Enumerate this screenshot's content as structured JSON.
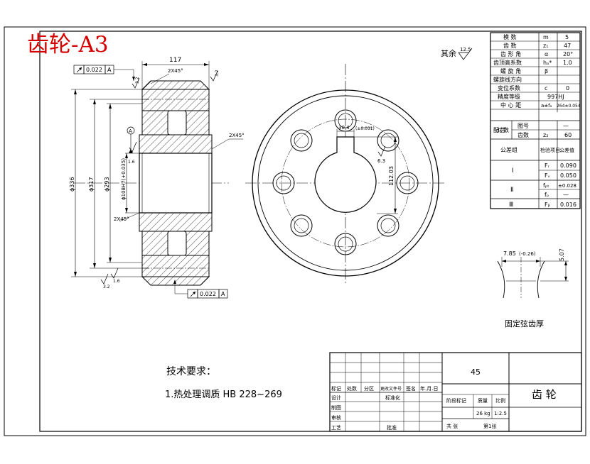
{
  "sheet": {
    "title_mark": "齿轮-A3",
    "surface_rest": "其余",
    "surface_rest_ra": "12.5"
  },
  "side_view": {
    "width_dim": "117",
    "chamfer_top": "2X45°",
    "chamfer_mid": "2X45°",
    "chamfer_low": "2X45°",
    "runout_top": "0.022",
    "runout_bottom": "0.022",
    "datum": "A",
    "datum_circle": "A",
    "rough_a": "3.2",
    "rough_b": "3.2",
    "rough_c": "1.6",
    "rough_d": "1.6",
    "rough_e": "3.2",
    "dia_tip": "ϕ336",
    "dia_pitch": "ϕ317",
    "dia_hub": "ϕ293",
    "dia_bore": "ϕ108H7(+0.035)"
  },
  "front_view": {
    "keyway_width": "30.4",
    "keyway_tol": "(±0.031)",
    "keyway_depth": "112.03",
    "rough_key": "6.3"
  },
  "tooth_detail": {
    "chord_thickness": "7.85",
    "chord_tol": "(-0.26)",
    "chord_height": "5.07",
    "caption": "固定弦齿厚"
  },
  "param_table": {
    "rows": [
      {
        "name": "模  数",
        "symbol": "m",
        "value": "5"
      },
      {
        "name": "齿  数",
        "symbol": "z₁",
        "value": "47"
      },
      {
        "name": "齿 形 角",
        "symbol": "α",
        "value": "20°"
      },
      {
        "name": "齿顶高系数",
        "symbol": "hₐ*",
        "value": "1.0"
      },
      {
        "name": "螺 旋 角",
        "symbol": "β",
        "value": ""
      },
      {
        "name": "螺旋线方向",
        "symbol": "",
        "value": ""
      },
      {
        "name": "变位系数",
        "symbol": "c",
        "value": "0"
      },
      {
        "name": "精度等级",
        "symbol": "997HJ",
        "value": ""
      },
      {
        "name": "中 心 距",
        "symbol": "a±fₐ",
        "value": "264±0.054"
      }
    ],
    "mate_label": "配对齿数",
    "mate_rows": [
      {
        "name": "图号",
        "value": "—"
      },
      {
        "name": "齿数",
        "symbol": "z₂",
        "value": "60"
      }
    ],
    "tol_header": {
      "group": "公差组",
      "item": "检验项目",
      "value": "公差值"
    },
    "tol_rows": [
      {
        "group": "Ⅰ",
        "item": "Fᵣ",
        "value": "0.090"
      },
      {
        "group": "",
        "item": "Fᵥ",
        "value": "0.050"
      },
      {
        "group": "Ⅱ",
        "item": "fₚₜ",
        "value": "±0.028"
      },
      {
        "group": "",
        "item": "fₚ",
        "value": "—"
      },
      {
        "group": "Ⅲ",
        "item": "Fᵦ",
        "value": "0.016"
      }
    ]
  },
  "requirements": {
    "heading": "技术要求：",
    "item1": "1.热处理调质 HB 228~269"
  },
  "title_block": {
    "material": "45",
    "part_name": "齿 轮",
    "cols": [
      "标记",
      "处数",
      "分区",
      "更改文件号",
      "签名",
      "年.月.日"
    ],
    "rows": [
      "设计",
      "制图",
      "审核",
      "工艺"
    ],
    "standardize": "标准化",
    "approve": "批准",
    "stage_mark": "阶段标记",
    "weight_label": "质量",
    "scale_label": "比例",
    "weight": "26 kg",
    "scale": "1:2.5",
    "total_sheets": "共  张",
    "sheet_no": "第1张"
  }
}
